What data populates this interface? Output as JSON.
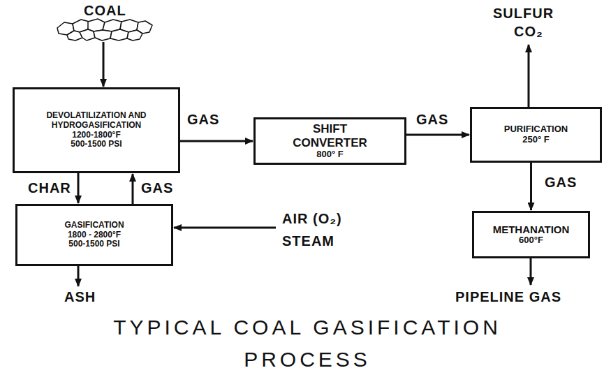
{
  "diagram": {
    "title": "TYPICAL COAL GASIFICATION PROCESS",
    "nodes": [
      {
        "text": [
          "DEVOLATILIZATION AND HYDROGASIFICATION",
          "1200-1800°F",
          "500-1500 PSI"
        ]
      },
      {
        "text": [
          "GASIFICATION",
          "1800 - 2800°F",
          "500-1500 PSI"
        ]
      },
      {
        "text": [
          "SHIFT CONVERTER",
          "800° F"
        ]
      },
      {
        "text": [
          "PURIFICATION",
          "250° F"
        ]
      },
      {
        "text": [
          "METHANATION",
          "600°F"
        ]
      }
    ],
    "edges": [
      {
        "from": 0,
        "to": 2,
        "label": "GAS",
        "arrow": "to"
      },
      {
        "from": 0,
        "to": 1,
        "label": "CHAR",
        "arrow": "to"
      },
      {
        "from": 1,
        "to": 0,
        "label": "GAS",
        "arrow": "to"
      },
      {
        "from": 2,
        "to": 3,
        "label": "GAS",
        "arrow": "to"
      },
      {
        "from": 3,
        "to": 4,
        "label": "GAS",
        "arrow": "to"
      }
    ],
    "labels": [
      "COAL",
      "SULFUR",
      "CO₂",
      "AIR (O₂)",
      "STEAM",
      "ASH",
      "PIPELINE GAS"
    ]
  }
}
